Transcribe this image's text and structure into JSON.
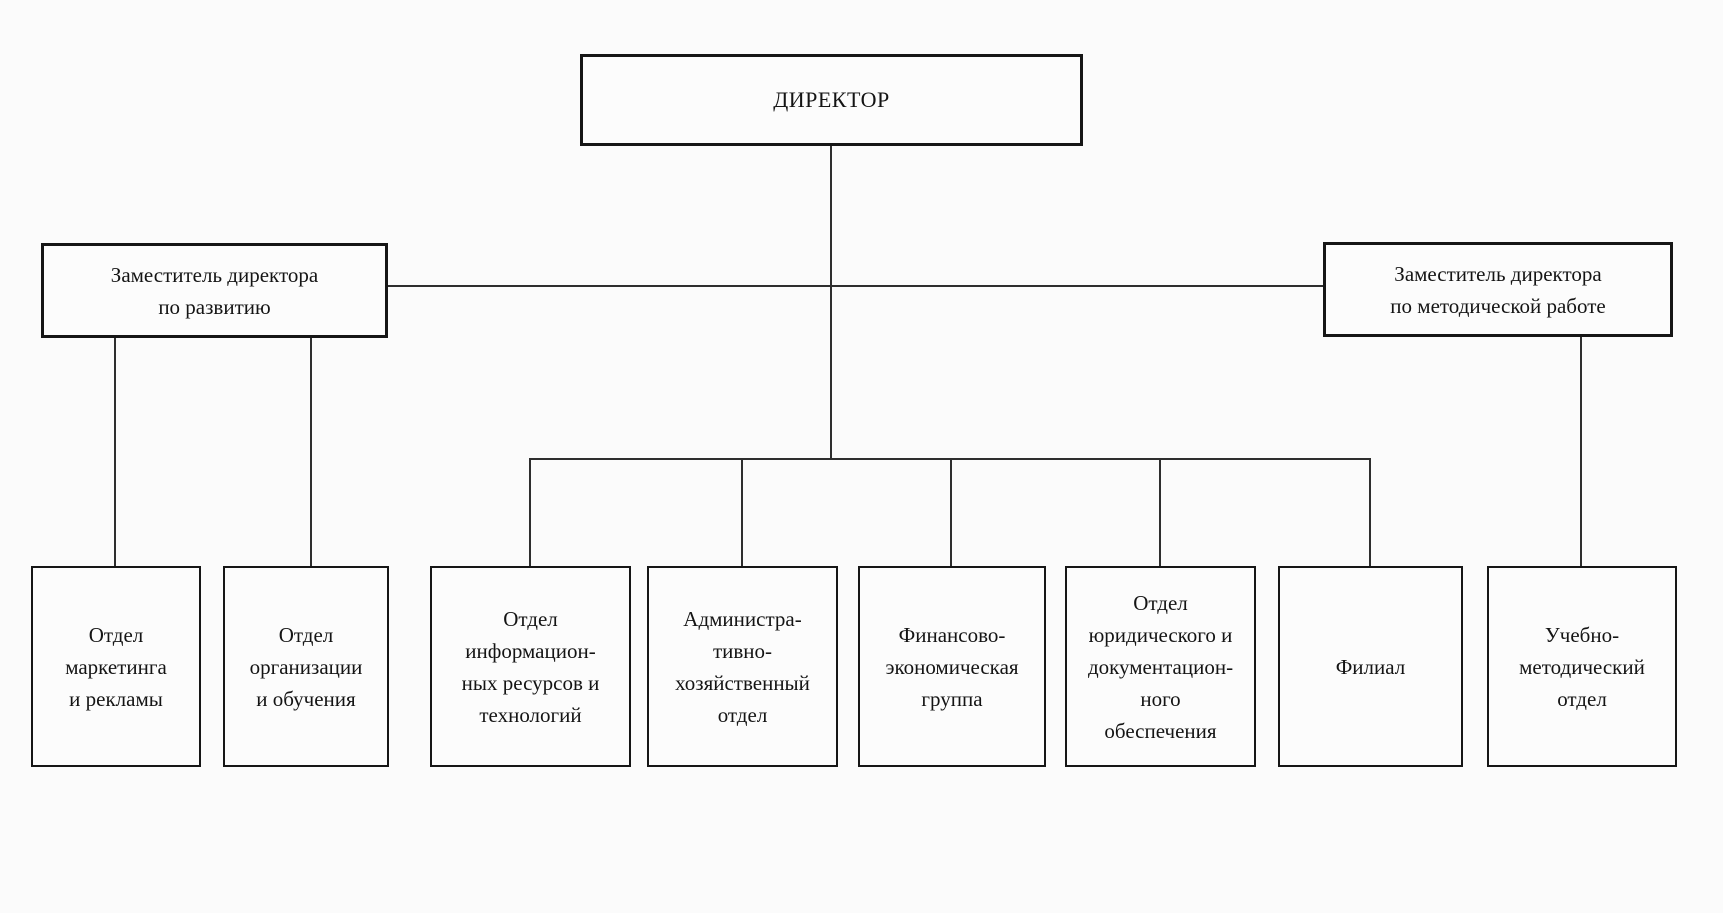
{
  "page": {
    "background_color": "#fbfbfb",
    "box_border_color": "#161616",
    "line_color": "#2e2e2e",
    "text_color": "#141414"
  },
  "org_chart": {
    "director": {
      "label": "ДИРЕКТОР"
    },
    "deputies": [
      {
        "id": "deputy-development",
        "label": "Заместитель директора\nпо развитию",
        "reports_to": "director"
      },
      {
        "id": "deputy-methodical",
        "label": "Заместитель директора\nпо методической работе",
        "reports_to": "director"
      }
    ],
    "departments": [
      {
        "id": "marketing",
        "label": "Отдел\nмаркетинга\nи рекламы",
        "reports_to": "deputy-development"
      },
      {
        "id": "organization-training",
        "label": "Отдел\nорганизации\nи обучения",
        "reports_to": "deputy-development"
      },
      {
        "id": "information-resources",
        "label": "Отдел\nинформацион-\nных ресурсов и\nтехнологий",
        "reports_to": "director"
      },
      {
        "id": "administrative",
        "label": "Администра-\nтивно-\nхозяйственный\nотдел",
        "reports_to": "director"
      },
      {
        "id": "finance-economic",
        "label": "Финансово-\nэкономическая\nгруппа",
        "reports_to": "director"
      },
      {
        "id": "legal-documentation",
        "label": "Отдел\nюридического и\nдокументацион-\nного\nобеспечения",
        "reports_to": "director"
      },
      {
        "id": "branch",
        "label": "Филиал",
        "reports_to": "director"
      },
      {
        "id": "educational-methodical",
        "label": "Учебно-\nметодический\nотдел",
        "reports_to": "deputy-methodical"
      }
    ]
  }
}
